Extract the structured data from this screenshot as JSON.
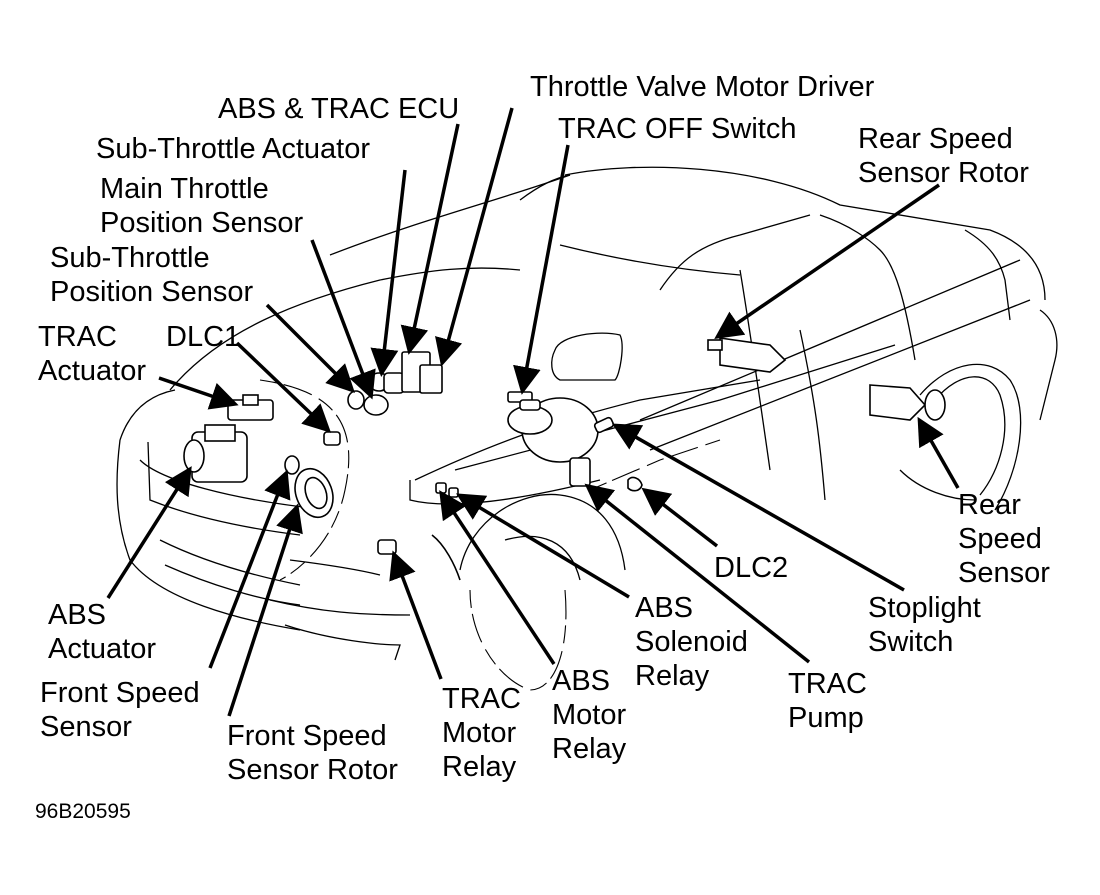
{
  "figure_code": "96B20595",
  "labels": {
    "throttle_valve_motor_driver": "Throttle Valve Motor Driver",
    "abs_trac_ecu": "ABS & TRAC ECU",
    "trac_off_switch": "TRAC OFF Switch",
    "sub_throttle_actuator": "Sub-Throttle Actuator",
    "main_throttle_position_sensor": "Main Throttle\nPosition Sensor",
    "rear_speed_sensor_rotor": "Rear Speed\nSensor Rotor",
    "sub_throttle_position_sensor": "Sub-Throttle\nPosition Sensor",
    "trac_actuator": "TRAC\nActuator",
    "dlc1": "DLC1",
    "rear_speed_sensor": "Rear\nSpeed\nSensor",
    "dlc2": "DLC2",
    "abs_actuator": "ABS\nActuator",
    "stoplight_switch": "Stoplight\nSwitch",
    "abs_solenoid_relay": "ABS\nSolenoid\nRelay",
    "front_speed_sensor": "Front Speed\nSensor",
    "trac_pump": "TRAC\nPump",
    "abs_motor_relay": "ABS\nMotor\nRelay",
    "trac_motor_relay": "TRAC\nMotor\nRelay",
    "front_speed_sensor_rotor": "Front Speed\nSensor Rotor"
  }
}
